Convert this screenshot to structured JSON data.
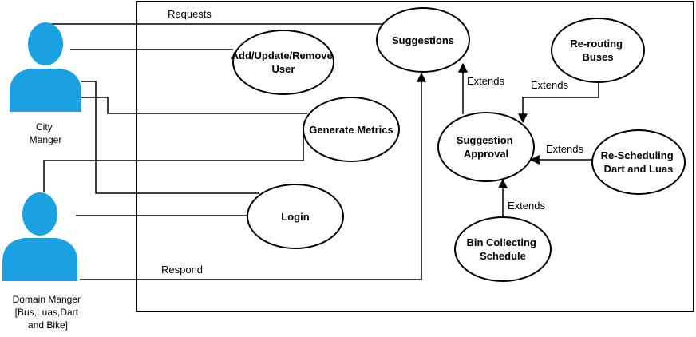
{
  "colors": {
    "actor_fill": "#1ba1e2",
    "line": "#000000",
    "background": "#ffffff"
  },
  "actors": {
    "city_manager": {
      "lines": [
        "City",
        "Manger"
      ]
    },
    "domain_manager": {
      "lines": [
        "Domain Manger",
        "[Bus,Luas,Dart",
        "and Bike]"
      ]
    }
  },
  "use_cases": {
    "suggestions": {
      "lines": [
        "Suggestions"
      ]
    },
    "add_update_remove_user": {
      "lines": [
        "Add/Update/Remove",
        "User"
      ]
    },
    "generate_metrics": {
      "lines": [
        "Generate Metrics"
      ]
    },
    "login": {
      "lines": [
        "Login"
      ]
    },
    "suggestion_approval": {
      "lines": [
        "Suggestion",
        "Approval"
      ]
    },
    "re_routing_buses": {
      "lines": [
        "Re-routing",
        "Buses"
      ]
    },
    "re_scheduling_dart_luas": {
      "lines": [
        "Re-Scheduling",
        "Dart and Luas"
      ]
    },
    "bin_collecting_schedule": {
      "lines": [
        "Bin Collecting",
        "Schedule"
      ]
    }
  },
  "relation_labels": {
    "requests": "Requests",
    "respond": "Respond",
    "extends_suggestions": "Extends",
    "extends_rerouting": "Extends",
    "extends_rescheduling": "Extends",
    "extends_bin": "Extends"
  }
}
